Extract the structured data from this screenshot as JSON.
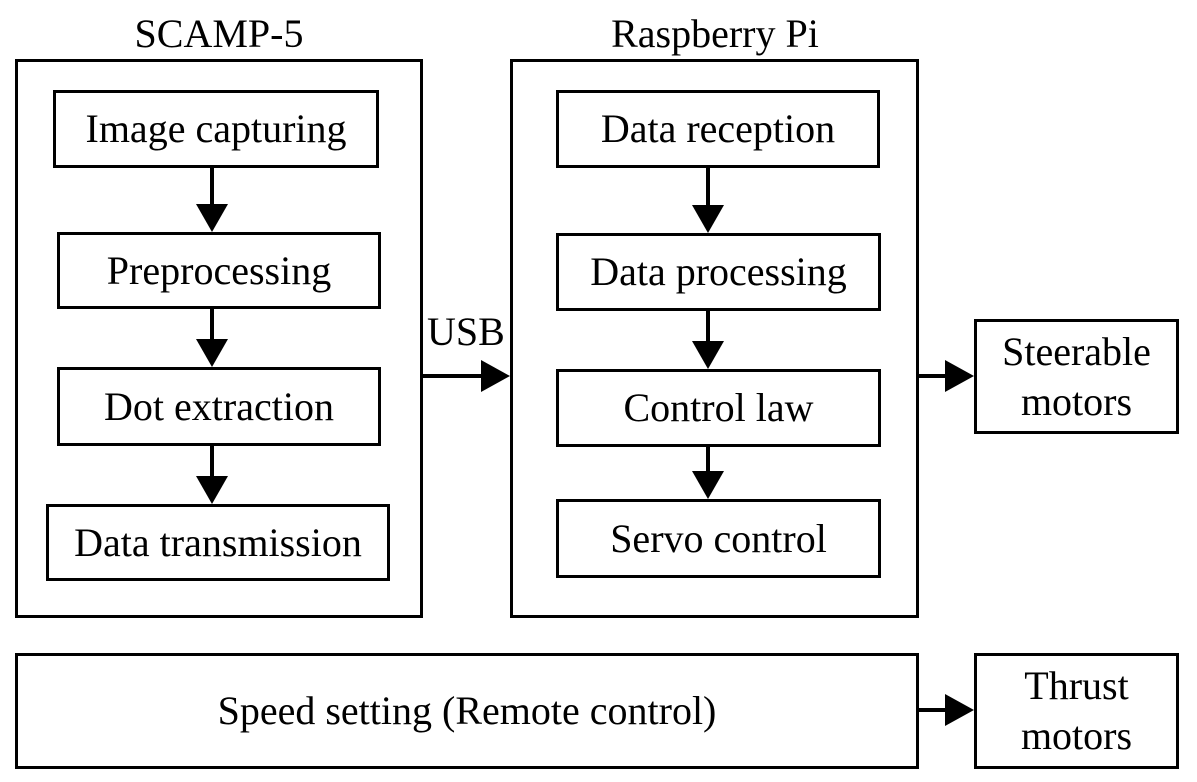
{
  "groups": {
    "scamp": {
      "title": "SCAMP-5",
      "steps": [
        "Image capturing",
        "Preprocessing",
        "Dot extraction",
        "Data transmission"
      ]
    },
    "rpi": {
      "title": "Raspberry Pi",
      "steps": [
        "Data reception",
        "Data processing",
        "Control law",
        "Servo control"
      ]
    }
  },
  "link_label": "USB",
  "steerable": {
    "line1": "Steerable",
    "line2": "motors"
  },
  "speed_setting": "Speed setting (Remote control)",
  "thrust": {
    "line1": "Thrust",
    "line2": "motors"
  }
}
